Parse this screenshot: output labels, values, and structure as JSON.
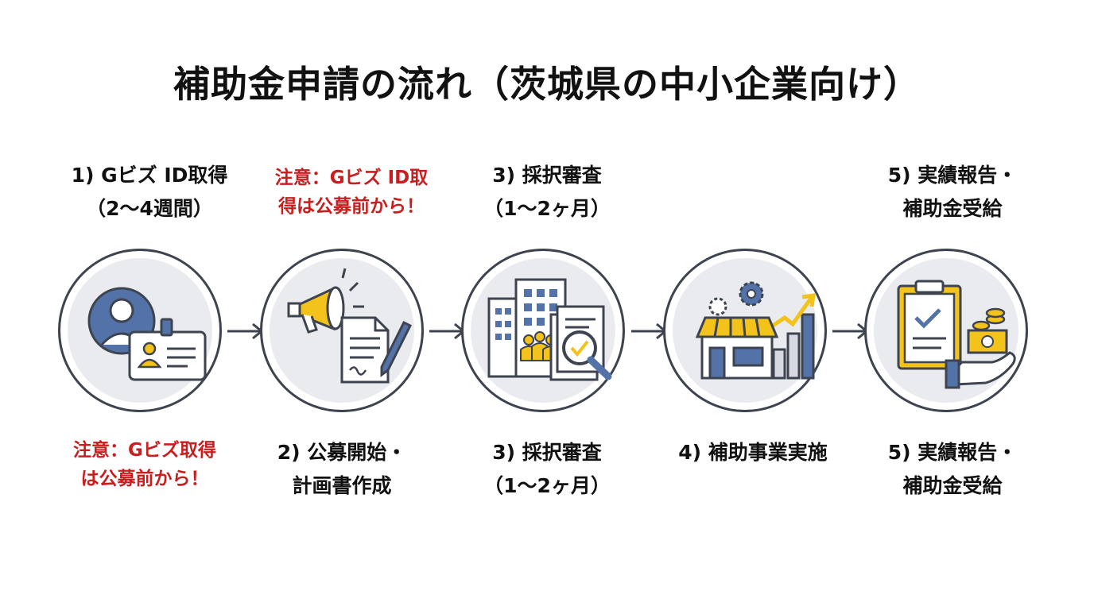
{
  "title": "補助金申請の流れ（茨城県の中小企業向け）",
  "colors": {
    "accent_yellow": "#f3c21b",
    "accent_blue": "#5373a8",
    "outline": "#3d4450",
    "warning_red": "#c81e1e",
    "circle_fill": "#e9ebee"
  },
  "top_labels": [
    {
      "line1": "1) Gビズ ID取得",
      "line2": "（2〜4週間）",
      "warning": false
    },
    {
      "line1": "注意：Gビズ ID取",
      "line2": "得は公募前から！",
      "warning": true
    },
    {
      "line1": "3) 採択審査",
      "line2": "（1〜2ヶ月）",
      "warning": false
    },
    {
      "line1": "",
      "line2": "",
      "warning": false
    },
    {
      "line1": "5) 実績報告・",
      "line2": "補助金受給",
      "warning": false
    }
  ],
  "bottom_labels": [
    {
      "line1": "注意：Gビズ取得",
      "line2": "は公募前から！",
      "warning": true
    },
    {
      "line1": "2) 公募開始・",
      "line2": "計画書作成",
      "warning": false
    },
    {
      "line1": "3) 採択審査",
      "line2": "（1〜2ヶ月）",
      "warning": false
    },
    {
      "line1": "4) 補助事業実施",
      "line2": "",
      "warning": false
    },
    {
      "line1": "5) 実績報告・",
      "line2": "補助金受給",
      "warning": false
    }
  ],
  "steps": [
    {
      "icon": "id-card-icon"
    },
    {
      "icon": "megaphone-document-icon"
    },
    {
      "icon": "building-review-icon"
    },
    {
      "icon": "store-growth-icon"
    },
    {
      "icon": "clipboard-money-icon"
    }
  ]
}
